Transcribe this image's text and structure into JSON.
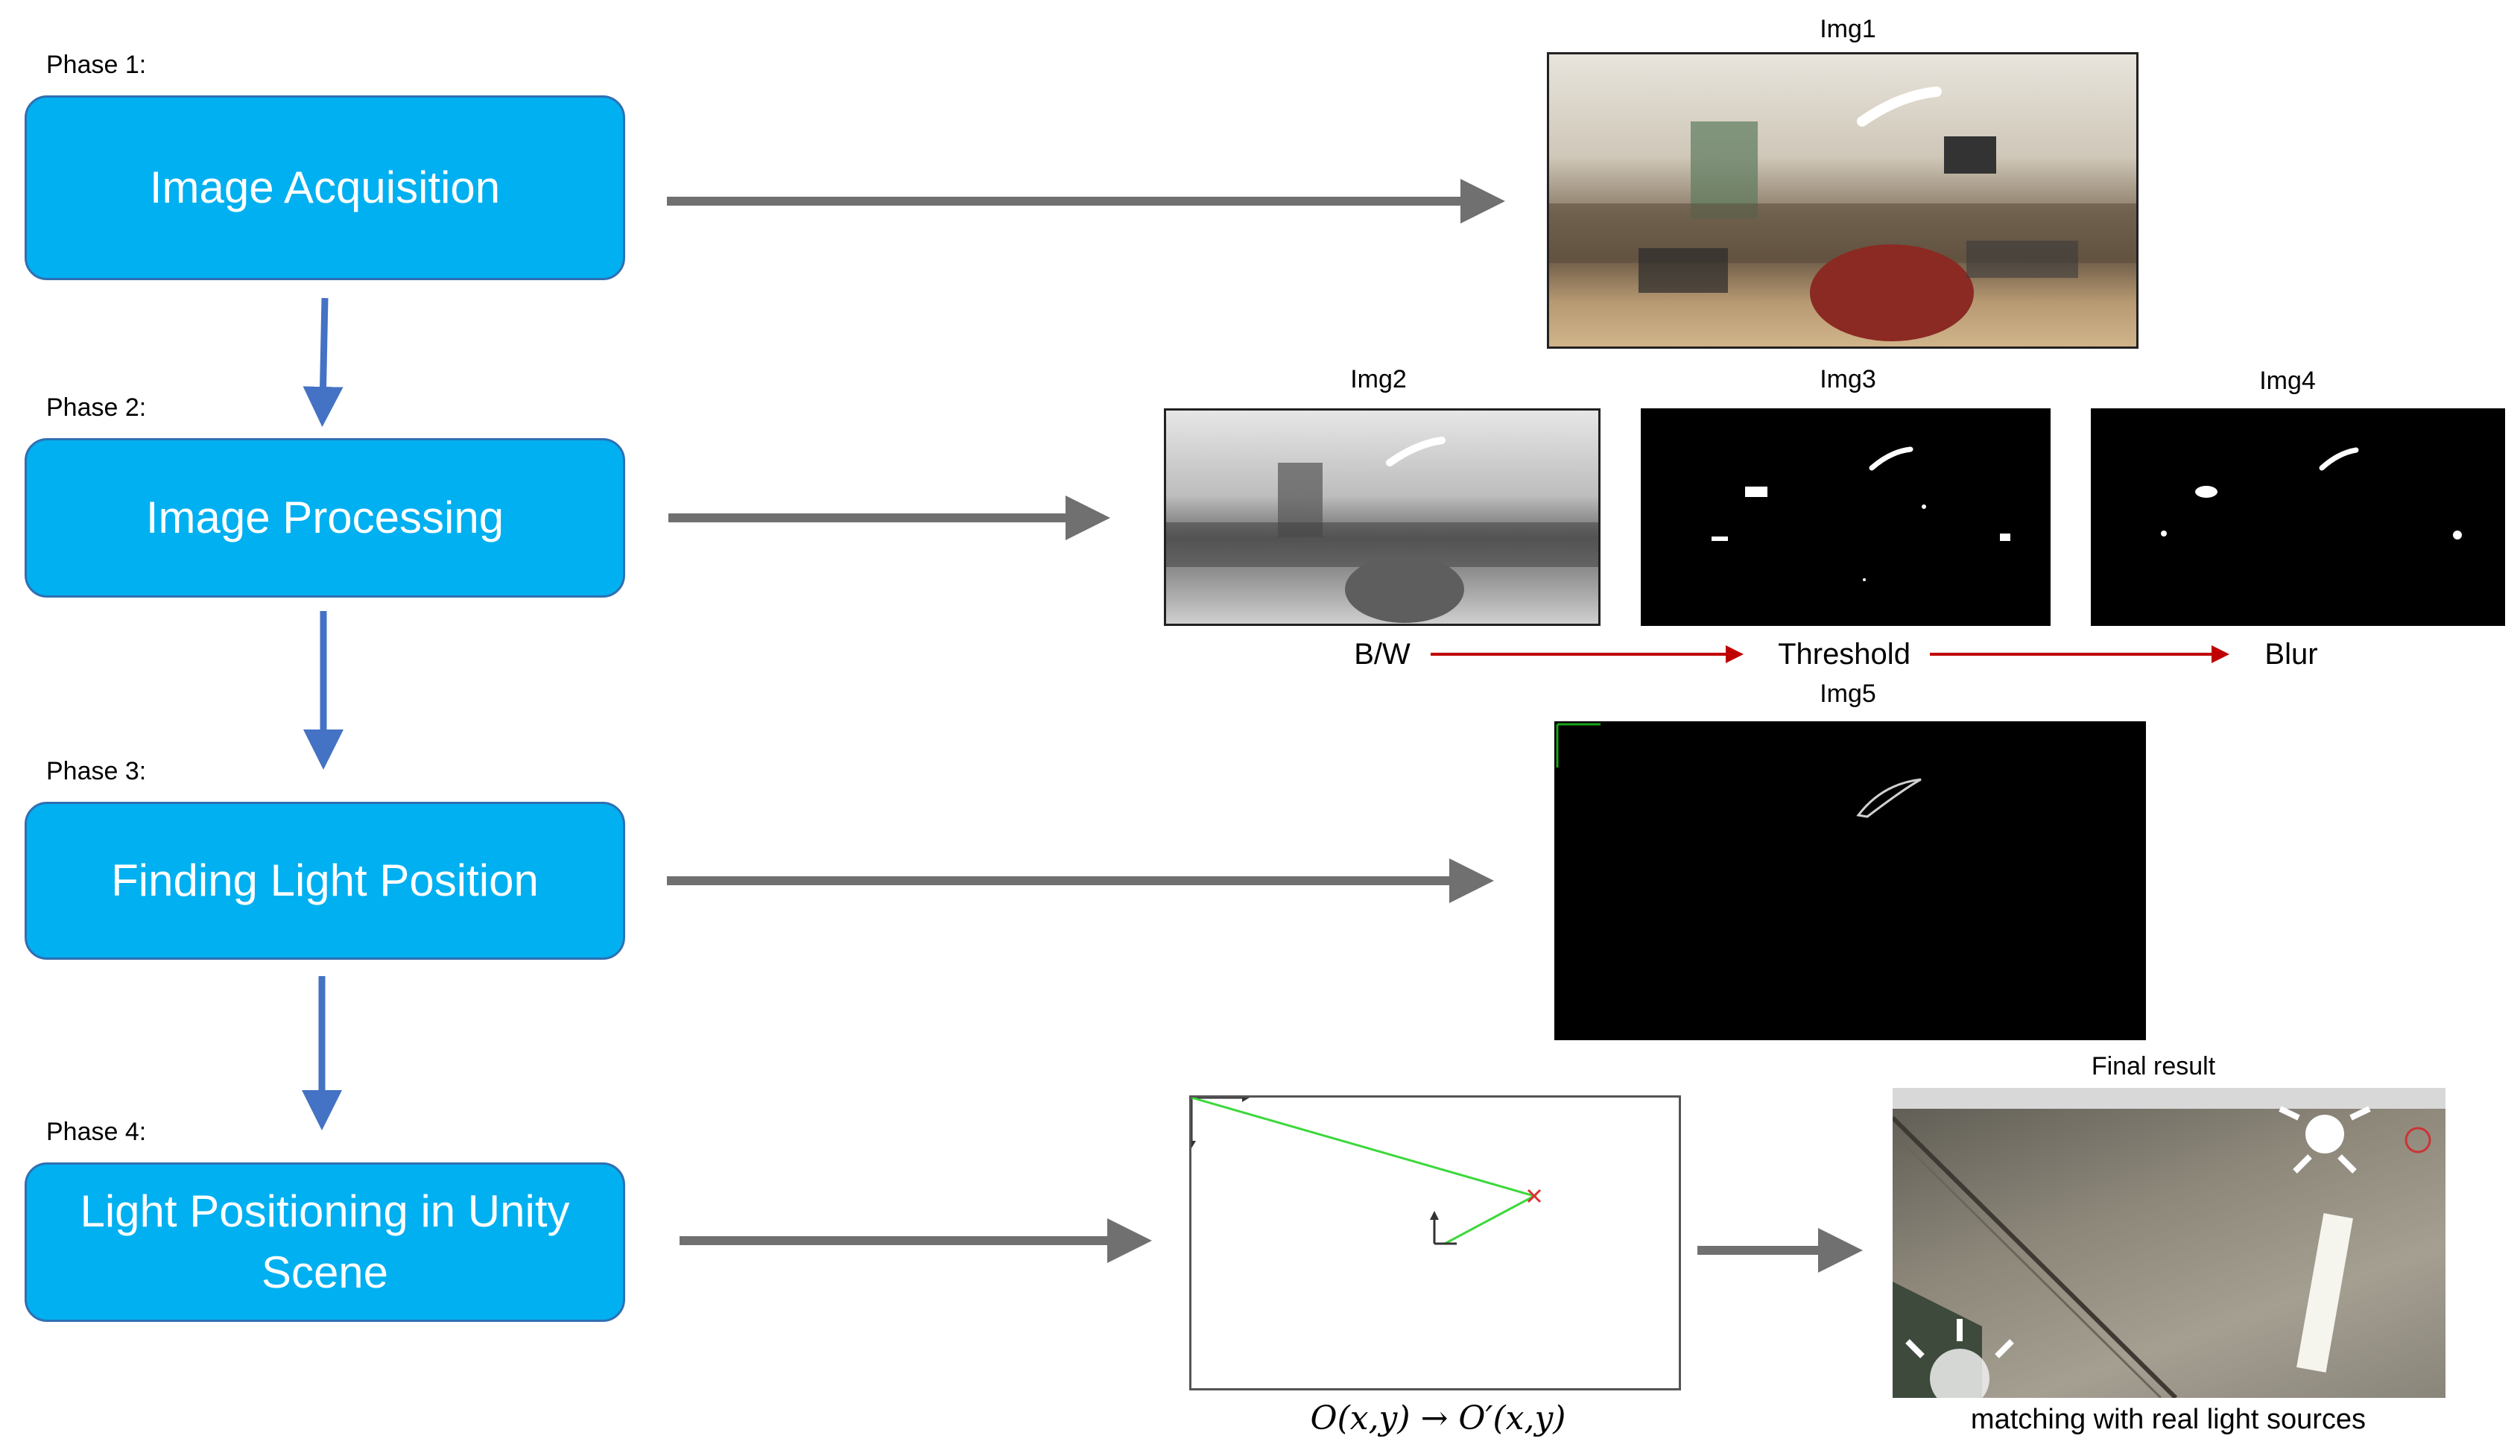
{
  "phases": [
    {
      "label": "Phase 1:",
      "title": "Image Acquisition"
    },
    {
      "label": "Phase 2:",
      "title": "Image Processing"
    },
    {
      "label": "Phase 3:",
      "title": "Finding Light Position"
    },
    {
      "label": "Phase 4:",
      "title": "Light Positioning in Unity Scene"
    }
  ],
  "images": {
    "img1": "Img1",
    "img2": "Img2",
    "img3": "Img3",
    "img4": "Img4",
    "img5": "Img5",
    "final": "Final result"
  },
  "processing_steps": [
    "B/W",
    "Threshold",
    "Blur"
  ],
  "transform_caption": "O(x,y) → O′(x,y)",
  "final_caption": "matching with real light sources",
  "colors": {
    "box_fill": "#00b0f0",
    "box_border": "#2f6fb3",
    "down_arrow": "#4472c4",
    "flow_arrow": "#707070",
    "process_arrow": "#c00000"
  }
}
